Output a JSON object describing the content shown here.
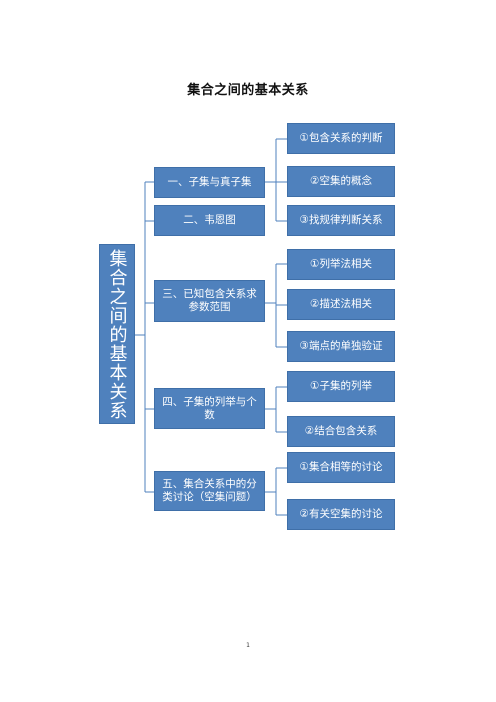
{
  "page": {
    "title": "集合之间的基本关系",
    "page_number": "1"
  },
  "diagram": {
    "root": "集合之间的基本关系",
    "colors": {
      "box_fill": "#4f81bd",
      "line": "#4f81bd"
    },
    "branches": [
      {
        "label": "一、子集与真子集",
        "children": [
          "①包含关系的判断",
          "②空集的概念",
          "③找规律判断关系"
        ]
      },
      {
        "label": "二、韦恩图",
        "children": []
      },
      {
        "label": "三、已知包含关系求参数范围",
        "children": [
          "①列举法相关",
          "②描述法相关",
          "③端点的单独验证"
        ]
      },
      {
        "label": "四、子集的列举与个数",
        "children": [
          "①子集的列举",
          "②结合包含关系"
        ]
      },
      {
        "label": "五、集合关系中的分类讨论（空集问题）",
        "children": [
          "①集合相等的讨论",
          "②有关空集的讨论"
        ]
      }
    ]
  }
}
